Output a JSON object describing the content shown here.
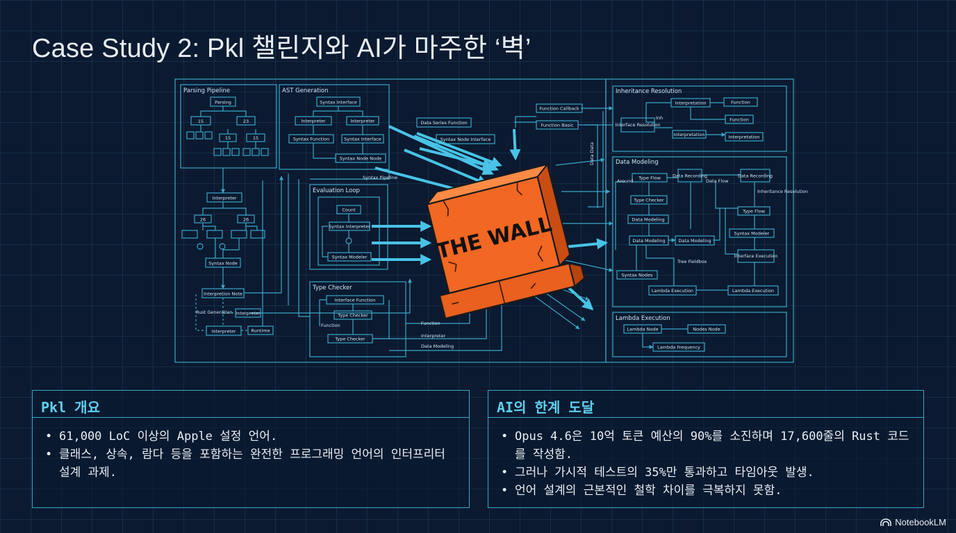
{
  "slide": {
    "title": "Case Study 2: Pkl 챌린지와 AI가 마주한 ‘벽’"
  },
  "diagram": {
    "wall_label": "THE WALL",
    "sections": {
      "parsing": "Parsing Pipeline",
      "ast": "AST Generation",
      "evaluation": "Evaluation Loop",
      "type_checker": "Type Checker",
      "inheritance": "Inheritance Resolution",
      "data_modeling": "Data Modeling",
      "lambda": "Lambda Execution"
    },
    "nodes": {
      "parsing": "Parsing",
      "p_left": "15",
      "p_right": "23",
      "p_mid": "15",
      "p_far": "15",
      "interpreter_top": "Interpreter",
      "l_node_a": "26",
      "l_node_b": "26",
      "syntax_node_left": "Syntax Node",
      "interpreter_note": "Interpretion Note",
      "rust_generation": "Rust Generation",
      "interpreter_small": "Interpreter",
      "interpreter_bottom": "Interpreter",
      "runtime": "Runtime",
      "syntax_interface": "Syntax Interface",
      "interpreter_a": "Interpreter",
      "interpreter_b": "Interpreter",
      "syntax_function": "Syntax Function",
      "syntax_interface_2": "Syntax Interface",
      "syntax_node_ast": "Syntax Node Node",
      "syntax_pipeline": "Syntax Pipeline",
      "count": "Count",
      "syntax_interpreter": "Syntax Interpreter",
      "syntax_modeler": "Syntax Modeler",
      "type_function": "Interface Function",
      "type_checker_node": "Type Checker",
      "type_checker_2": "Type Checker",
      "type_function_label": "Function",
      "function": "Function",
      "interpreter_label": "Interpreter",
      "data_modeling_label": "Data Modeling",
      "data_series_function": "Data Series Function",
      "syntax_node_interface": "Syntax Node Interface",
      "function_callback": "Function Callback",
      "function_basic": "Function Basic",
      "data_vertical": "Data Data",
      "interface_resolution": "Interface Resolution",
      "inh_a": "Interpretation",
      "inh_b": "Function",
      "inh_c": "Function",
      "inh_d": "Interpretation",
      "inh_e": "Interpretation",
      "inh_label": "Inh",
      "around": "Around",
      "type_flow": "Type Flow",
      "data_recording": "Data Recording",
      "data_flow": "Data Flow",
      "data_recording_2": "Data Recording",
      "type_checker_dm": "Type Checker",
      "data_modeling_dm": "Data Modeling",
      "inheritance_resolution": "Inheritance Resolution",
      "type_flow_2": "Type Flow",
      "syntax_modeler_dm": "Syntax Modeler",
      "data_modeling_dm2": "Data Modeling",
      "data_modeling_dm3": "Data Modeling",
      "interface_execution": "Interface Execution",
      "tree_fieldbox": "Tree Fieldbox",
      "syntax_nodes": "Syntax Nodes",
      "lambda_execution_dm": "Lambda Execution",
      "lambda_execution_dm2": "Lambda Execution",
      "lambda_node": "Lambda Node",
      "nodes_node": "Nodes Node",
      "lambda_frequency": "Lambda Frequency"
    }
  },
  "panels": {
    "left": {
      "heading": "Pkl 개요",
      "bullets": [
        "61,000 LoC 이상의 Apple 설정 언어.",
        "클래스, 상속, 람다 등을 포함하는 완전한 프로그래밍 언어의 인터프리터 설계 과제."
      ]
    },
    "right": {
      "heading": "AI의 한계 도달",
      "bullets": [
        "Opus 4.6은 10억 토큰 예산의 90%를 소진하며 17,600줄의 Rust 코드를 작성함.",
        "그러나 가시적 테스트의 35%만 통과하고 타임아웃 발생.",
        "언어 설계의 근본적인 철학 차이를 극복하지 못함."
      ]
    }
  },
  "brand": {
    "name": "NotebookLM"
  },
  "colors": {
    "background": "#0b1a30",
    "line": "#3aa6c8",
    "wall": "#f26722",
    "heading": "#5fd0ee"
  }
}
